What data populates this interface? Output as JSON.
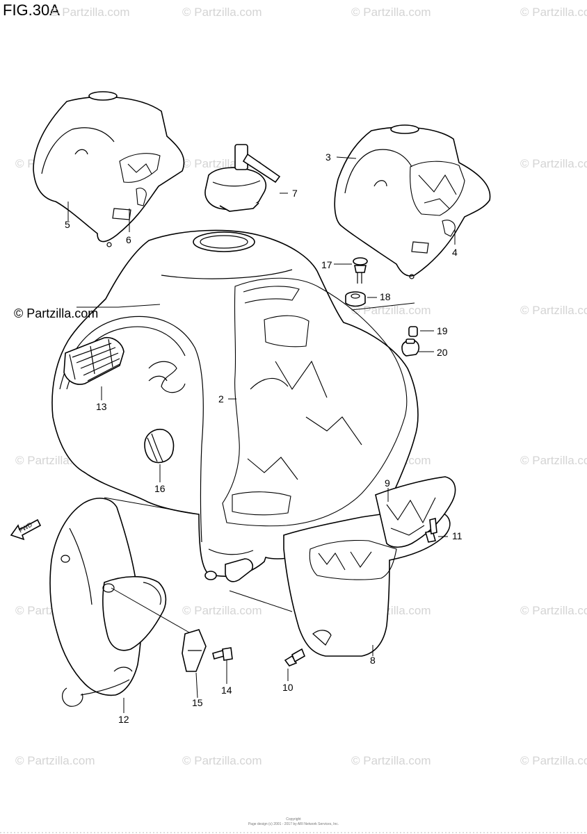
{
  "figure": {
    "title": "FIG.30A"
  },
  "watermark": {
    "text": "© Partzilla.com",
    "icon": "copyright-icon"
  },
  "fwd_label": "FWD",
  "callouts": [
    {
      "id": "c2",
      "label": "2"
    },
    {
      "id": "c3",
      "label": "3"
    },
    {
      "id": "c4",
      "label": "4"
    },
    {
      "id": "c5",
      "label": "5"
    },
    {
      "id": "c6",
      "label": "6"
    },
    {
      "id": "c7",
      "label": "7"
    },
    {
      "id": "c8",
      "label": "8"
    },
    {
      "id": "c9",
      "label": "9"
    },
    {
      "id": "c10",
      "label": "10"
    },
    {
      "id": "c11",
      "label": "11"
    },
    {
      "id": "c12",
      "label": "12"
    },
    {
      "id": "c13",
      "label": "13"
    },
    {
      "id": "c14",
      "label": "14"
    },
    {
      "id": "c15",
      "label": "15"
    },
    {
      "id": "c16",
      "label": "16"
    },
    {
      "id": "c17",
      "label": "17"
    },
    {
      "id": "c18",
      "label": "18"
    },
    {
      "id": "c19",
      "label": "19"
    },
    {
      "id": "c20",
      "label": "20"
    }
  ],
  "footer": {
    "line1": "Copyright",
    "line2": "Page design (c) 2001 - 2017 by ARI Network Services, Inc."
  }
}
